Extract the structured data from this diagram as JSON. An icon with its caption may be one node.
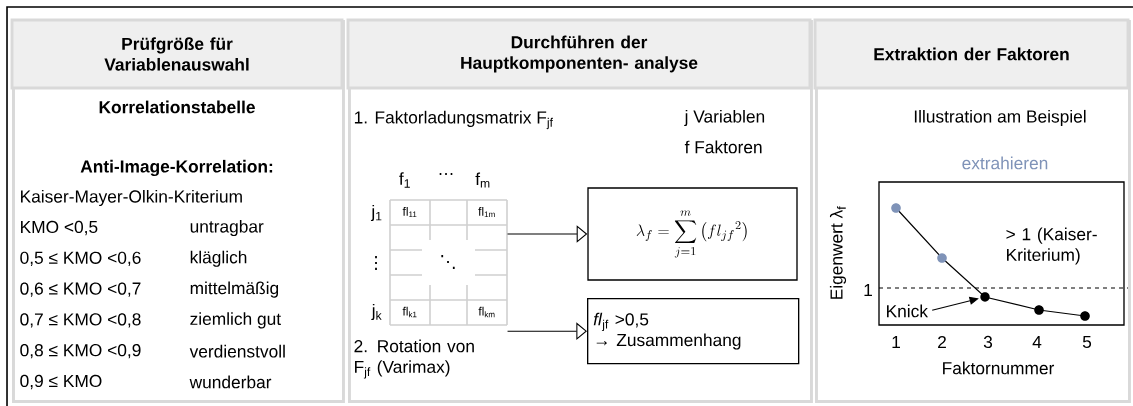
{
  "diagram": {
    "nodes": [
      {
        "text": [
          "Prüfgröße für Variablenauswahl"
        ]
      },
      {
        "text": [
          "Durchführen der Hauptkomponenten- analyse"
        ]
      },
      {
        "text": [
          "fl$_{11}$",
          "fl$_{1m}$",
          "fl$_{k1}$",
          "fl$_{km}$"
        ],
        "in": 1
      },
      {
        "text": [
          "\\lambda_f = \\sum_{j=1}^{m}\\left(fl_{jf}{}^{2}\\right)"
        ],
        "in": 1
      },
      {
        "text": [
          "*fl*$_{jf}$ >0,5",
          "→ Zusammenhang"
        ],
        "in": 1
      },
      {
        "text": [
          "Extraktion der Faktoren"
        ]
      },
      {
        "text": [
          "Knick"
        ],
        "in": 5
      },
      {
        "text": [],
        "shape": "circle",
        "in": 5
      }
    ],
    "edges": [
      {
        "from": 2,
        "to": 3,
        "arrow": "to"
      },
      {
        "from": 2,
        "to": 4,
        "arrow": "to"
      },
      {
        "from": 6,
        "to": 7,
        "arrow": "to"
      }
    ],
    "labels": [
      "Korrelationstabelle",
      "Anti-Image-Korrelation:",
      "Kaiser-Mayer-Olkin-Kriterium",
      "KMO <0,5",
      "untragbar",
      "0,5 ≤ KMO <0,6",
      "kläglich",
      "0,6 ≤ KMO <0,7",
      "mittelmäßig",
      "0,7 ≤ KMO <0,8",
      "ziemlich gut",
      "0,8 ≤ KMO <0,9",
      "verdienstvoll",
      "0,9 ≤ KMO",
      "wunderbar",
      "1. Faktorladungsmatrix F$_{jf}$",
      "j Variablen",
      "f Faktoren",
      "f$_{1}$",
      "…",
      "f$_{m}$",
      "j$_{1}$",
      "⋮",
      "j$_{k}$",
      "⋱",
      "2. Rotation von F$_{jf}$ (Varimax)",
      "Illustration am Beispiel",
      "extrahieren",
      "Eigenwert λ$_{f}$",
      "1",
      "> 1 (Kaiser- Kriterium)",
      "1",
      "2",
      "3",
      "4",
      "5",
      "Faktornummer"
    ]
  }
}
